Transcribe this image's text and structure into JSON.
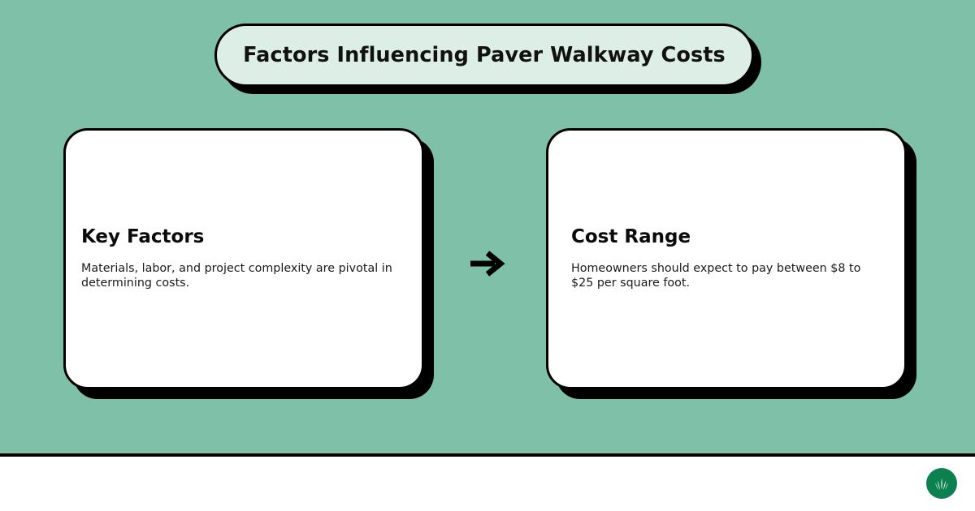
{
  "banner": {
    "title": "Factors Influencing Paver Walkway Costs"
  },
  "cards": [
    {
      "heading": "Key Factors",
      "description": "Materials, labor, and project complexity are pivotal in determining costs."
    },
    {
      "heading": "Cost Range",
      "description": "Homeowners should expect to pay between $8 to $25 per square foot."
    }
  ],
  "connector": {
    "icon": "arrow-right-icon"
  },
  "footer": {
    "logo_icon": "grass-logo-icon"
  },
  "colors": {
    "background": "#7fc0a8",
    "banner_fill": "#dceee6",
    "card_fill": "#ffffff",
    "outline": "#000000",
    "logo_green": "#0d8050",
    "footer_fill": "#ffffff"
  }
}
